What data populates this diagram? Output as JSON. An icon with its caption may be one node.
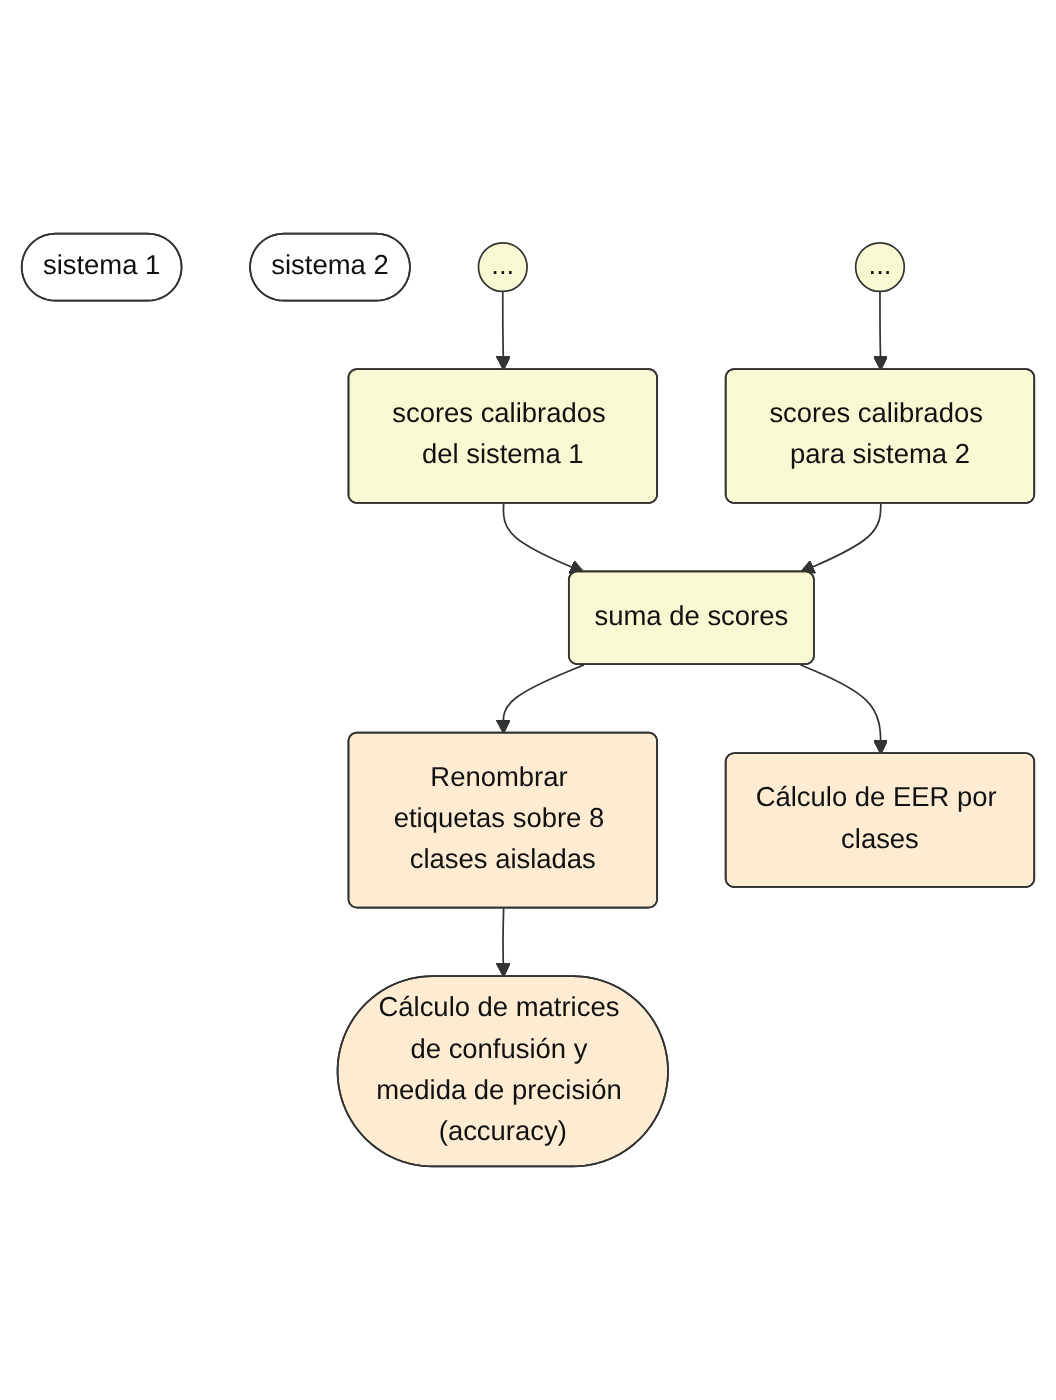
{
  "diagram": {
    "nodes": [
      {
        "text": [
          "sistema 1"
        ]
      },
      {
        "text": [
          "sistema 2"
        ]
      },
      {
        "text": [
          "..."
        ]
      },
      {
        "text": [
          "..."
        ]
      },
      {
        "text": [
          "scores calibrados del sistema 1"
        ]
      },
      {
        "text": [
          "scores calibrados para sistema 2"
        ]
      },
      {
        "text": [
          "suma de scores"
        ]
      },
      {
        "text": [
          "Renombrar etiquetas sobre 8 clases aisladas"
        ]
      },
      {
        "text": [
          "Cálculo de EER por clases"
        ]
      },
      {
        "text": [
          "Cálculo de matrices de confusión y medida de precisión (accuracy)"
        ]
      }
    ],
    "edges": [
      {
        "from": 2,
        "to": 4,
        "arrow": "to"
      },
      {
        "from": 3,
        "to": 5,
        "arrow": "to"
      },
      {
        "from": 4,
        "to": 6,
        "arrow": "to"
      },
      {
        "from": 5,
        "to": 6,
        "arrow": "to"
      },
      {
        "from": 6,
        "to": 7,
        "arrow": "to"
      },
      {
        "from": 6,
        "to": 8,
        "arrow": "to"
      },
      {
        "from": 7,
        "to": 9,
        "arrow": "to"
      }
    ]
  }
}
